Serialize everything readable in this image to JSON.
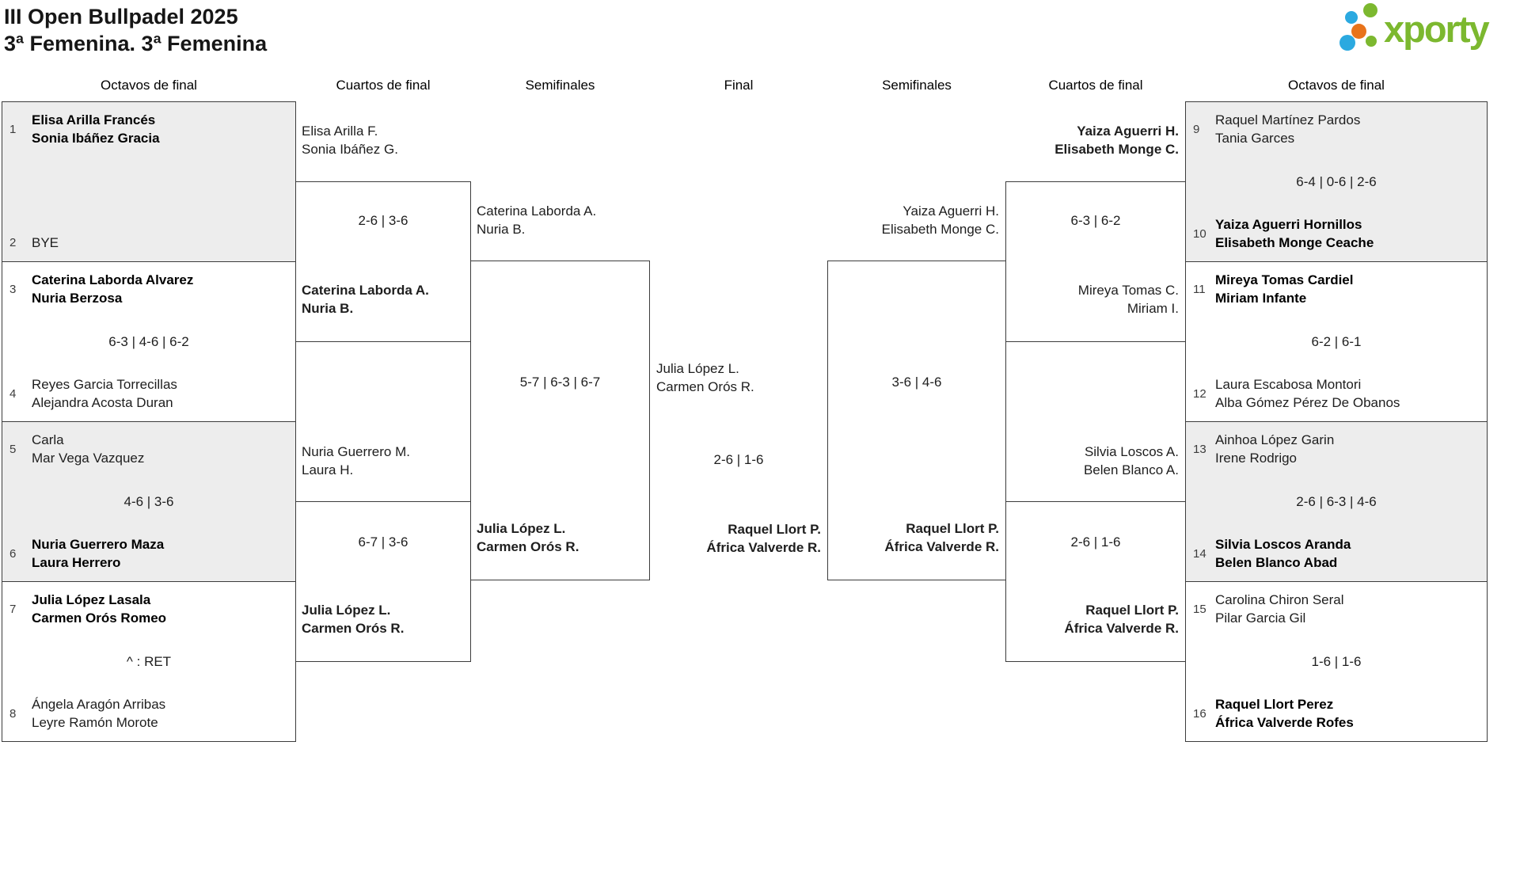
{
  "header": {
    "title": "III Open Bullpadel 2025",
    "subtitle": "3ª Femenina. 3ª Femenina",
    "brand": "xporty"
  },
  "round_headers": [
    "Octavos de final",
    "Cuartos de final",
    "Semifinales",
    "Final",
    "Semifinales",
    "Cuartos de final",
    "Octavos de final"
  ],
  "colors": {
    "shaded_box": "#ededed",
    "border": "#3c3c3c",
    "logo_green": "#7cb82f",
    "logo_blue": "#2ba9e0",
    "logo_orange": "#e8731a"
  },
  "bracket": {
    "octavos_left": [
      {
        "shaded": true,
        "top": {
          "seed": "1",
          "name1": "Elisa Arilla Francés",
          "name2": "Sonia Ibáñez Gracia",
          "winner": true
        },
        "score": "",
        "bottom": {
          "seed": "2",
          "name1": "BYE",
          "name2": "",
          "winner": false
        }
      },
      {
        "shaded": false,
        "top": {
          "seed": "3",
          "name1": "Caterina Laborda Alvarez",
          "name2": "Nuria Berzosa",
          "winner": true
        },
        "score": "6-3 | 4-6 | 6-2",
        "bottom": {
          "seed": "4",
          "name1": "Reyes Garcia Torrecillas",
          "name2": "Alejandra Acosta Duran",
          "winner": false
        }
      },
      {
        "shaded": true,
        "top": {
          "seed": "5",
          "name1": "Carla",
          "name2": "Mar Vega Vazquez",
          "winner": false
        },
        "score": "4-6 | 3-6",
        "bottom": {
          "seed": "6",
          "name1": "Nuria Guerrero Maza",
          "name2": "Laura Herrero",
          "winner": true
        }
      },
      {
        "shaded": false,
        "top": {
          "seed": "7",
          "name1": "Julia López Lasala",
          "name2": "Carmen Orós Romeo",
          "winner": true
        },
        "score": "^ : RET",
        "bottom": {
          "seed": "8",
          "name1": "Ángela Aragón Arribas",
          "name2": "Leyre Ramón Morote",
          "winner": false
        }
      }
    ],
    "octavos_right": [
      {
        "shaded": true,
        "top": {
          "seed": "9",
          "name1": "Raquel Martínez Pardos",
          "name2": "Tania Garces",
          "winner": false
        },
        "score": "6-4 | 0-6 | 2-6",
        "bottom": {
          "seed": "10",
          "name1": "Yaiza Aguerri Hornillos",
          "name2": "Elisabeth Monge Ceache",
          "winner": true
        }
      },
      {
        "shaded": false,
        "top": {
          "seed": "11",
          "name1": "Mireya Tomas Cardiel",
          "name2": "Miriam Infante",
          "winner": true
        },
        "score": "6-2 | 6-1",
        "bottom": {
          "seed": "12",
          "name1": "Laura Escabosa Montori",
          "name2": "Alba Gómez Pérez De Obanos",
          "winner": false
        }
      },
      {
        "shaded": true,
        "top": {
          "seed": "13",
          "name1": "Ainhoa López Garin",
          "name2": "Irene Rodrigo",
          "winner": false
        },
        "score": "2-6 | 6-3 | 4-6",
        "bottom": {
          "seed": "14",
          "name1": "Silvia Loscos Aranda",
          "name2": "Belen Blanco Abad",
          "winner": true
        }
      },
      {
        "shaded": false,
        "top": {
          "seed": "15",
          "name1": "Carolina Chiron Seral",
          "name2": "Pilar Garcia Gil",
          "winner": false
        },
        "score": "1-6 | 1-6",
        "bottom": {
          "seed": "16",
          "name1": "Raquel Llort Perez",
          "name2": "África Valverde Rofes",
          "winner": true
        }
      }
    ],
    "cuartos_left": [
      {
        "top": {
          "name1": "Elisa Arilla F.",
          "name2": "Sonia Ibáñez G.",
          "winner": false
        },
        "score": "2-6 | 3-6",
        "bottom": {
          "name1": "Caterina Laborda A.",
          "name2": "Nuria B.",
          "winner": true
        }
      },
      {
        "top": {
          "name1": "Nuria Guerrero M.",
          "name2": "Laura H.",
          "winner": false
        },
        "score": "6-7 | 3-6",
        "bottom": {
          "name1": "Julia López L.",
          "name2": "Carmen Orós R.",
          "winner": true
        }
      }
    ],
    "cuartos_right": [
      {
        "top": {
          "name1": "Yaiza Aguerri H.",
          "name2": "Elisabeth Monge C.",
          "winner": true
        },
        "score": "6-3 | 6-2",
        "bottom": {
          "name1": "Mireya Tomas C.",
          "name2": "Miriam I.",
          "winner": false
        }
      },
      {
        "top": {
          "name1": "Silvia Loscos A.",
          "name2": "Belen Blanco A.",
          "winner": false
        },
        "score": "2-6 | 1-6",
        "bottom": {
          "name1": "Raquel Llort P.",
          "name2": "África Valverde R.",
          "winner": true
        }
      }
    ],
    "semifinal_left": {
      "top": {
        "name1": "Caterina Laborda A.",
        "name2": "Nuria B.",
        "winner": false
      },
      "score": "5-7 | 6-3 | 6-7",
      "bottom": {
        "name1": "Julia López L.",
        "name2": "Carmen Orós R.",
        "winner": true
      }
    },
    "semifinal_right": {
      "top": {
        "name1": "Yaiza Aguerri H.",
        "name2": "Elisabeth Monge C.",
        "winner": false
      },
      "score": "3-6 | 4-6",
      "bottom": {
        "name1": "Raquel Llort P.",
        "name2": "África Valverde R.",
        "winner": true
      }
    },
    "final": {
      "top": {
        "name1": "Julia López L.",
        "name2": "Carmen Orós R.",
        "winner": false
      },
      "score": "2-6 | 1-6",
      "bottom": {
        "name1": "Raquel Llort P.",
        "name2": "África Valverde R.",
        "winner": true
      }
    }
  }
}
